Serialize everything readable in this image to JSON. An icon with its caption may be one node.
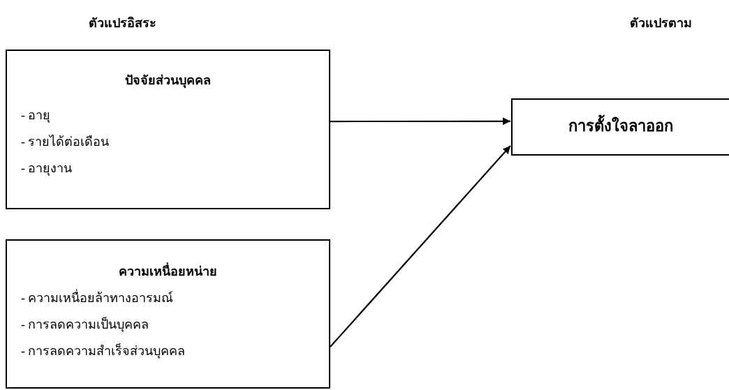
{
  "diagram": {
    "nodes": [
      {
        "text": [
          "ปัจจัยส่วนบุคคล",
          "- อายุ",
          "- รายได้ต่อเดือน",
          "- อายุงาน"
        ]
      },
      {
        "text": [
          "ความเหนื่อยหน่าย",
          "- ความเหนื่อยล้าทางอารมณ์",
          "- การลดความเป็นบุคคล",
          "- การลดความสำเร็จส่วนบุคคล"
        ]
      },
      {
        "text": [
          "การตั้งใจลาออก"
        ]
      }
    ],
    "edges": [
      {
        "from": 0,
        "to": 2,
        "arrow": "to"
      },
      {
        "from": 1,
        "to": 2,
        "arrow": "to"
      }
    ],
    "labels": [
      "ตัวแปรอิสระ",
      "ตัวแปรตาม"
    ]
  }
}
